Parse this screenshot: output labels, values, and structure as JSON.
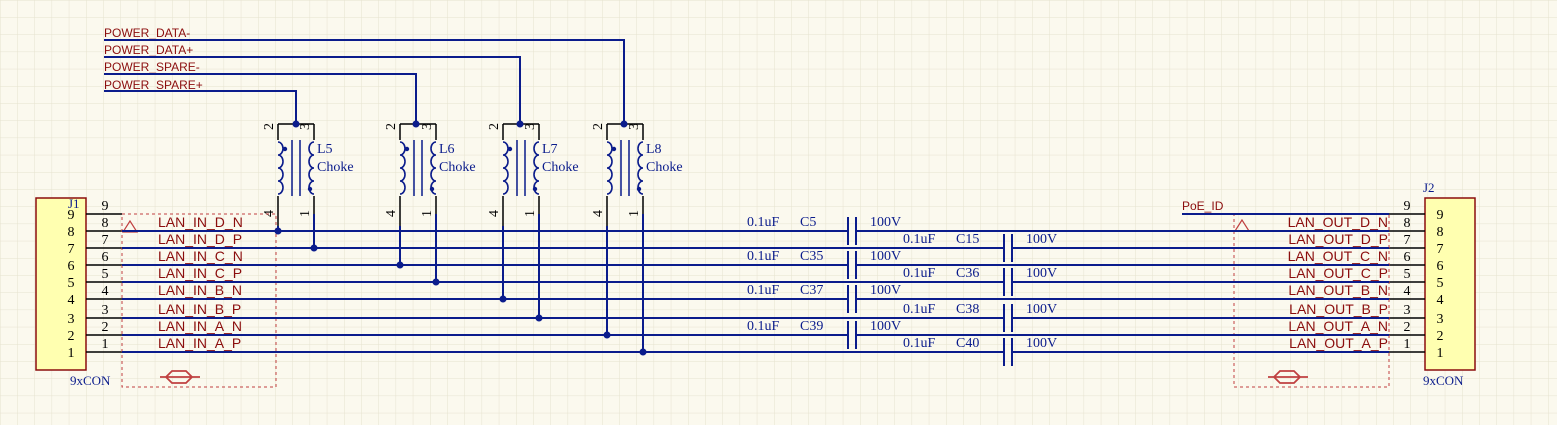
{
  "colors": {
    "background": "#fbf9ee",
    "grid": "#e6e2cf",
    "wire": "#0b1c8c",
    "net_label": "#8b0d0d",
    "component_body": "#ffffb0",
    "component_outline": "#8b0d0d",
    "pin_line": "#000000",
    "port_box": "#c04040"
  },
  "power_nets": [
    "POWER_DATA-",
    "POWER_DATA+",
    "POWER_SPARE-",
    "POWER_SPARE+"
  ],
  "chokes": [
    {
      "designator": "L5",
      "value": "Choke",
      "pins": [
        "2",
        "3",
        "4",
        "1"
      ]
    },
    {
      "designator": "L6",
      "value": "Choke",
      "pins": [
        "2",
        "3",
        "4",
        "1"
      ]
    },
    {
      "designator": "L7",
      "value": "Choke",
      "pins": [
        "2",
        "3",
        "4",
        "1"
      ]
    },
    {
      "designator": "L8",
      "value": "Choke",
      "pins": [
        "2",
        "3",
        "4",
        "1"
      ]
    }
  ],
  "j1": {
    "designator": "J1",
    "comment": "9xCON",
    "pins": [
      "9",
      "8",
      "7",
      "6",
      "5",
      "4",
      "3",
      "2",
      "1"
    ]
  },
  "j2": {
    "designator": "J2",
    "comment": "9xCON",
    "pins": [
      "9",
      "8",
      "7",
      "6",
      "5",
      "4",
      "3",
      "2",
      "1"
    ]
  },
  "lan_in": [
    "LAN_IN_D_N",
    "LAN_IN_D_P",
    "LAN_IN_C_N",
    "LAN_IN_C_P",
    "LAN_IN_B_N",
    "LAN_IN_B_P",
    "LAN_IN_A_N",
    "LAN_IN_A_P"
  ],
  "lan_out": [
    "LAN_OUT_D_N",
    "LAN_OUT_D_P",
    "LAN_OUT_C_N",
    "LAN_OUT_C_P",
    "LAN_OUT_B_N",
    "LAN_OUT_B_P",
    "LAN_OUT_A_N",
    "LAN_OUT_A_P"
  ],
  "poe_id": "PoE_ID",
  "capacitors": [
    {
      "designator": "C5",
      "value": "0.1uF",
      "voltage": "100V"
    },
    {
      "designator": "C15",
      "value": "0.1uF",
      "voltage": "100V"
    },
    {
      "designator": "C35",
      "value": "0.1uF",
      "voltage": "100V"
    },
    {
      "designator": "C36",
      "value": "0.1uF",
      "voltage": "100V"
    },
    {
      "designator": "C37",
      "value": "0.1uF",
      "voltage": "100V"
    },
    {
      "designator": "C38",
      "value": "0.1uF",
      "voltage": "100V"
    },
    {
      "designator": "C39",
      "value": "0.1uF",
      "voltage": "100V"
    },
    {
      "designator": "C40",
      "value": "0.1uF",
      "voltage": "100V"
    }
  ]
}
